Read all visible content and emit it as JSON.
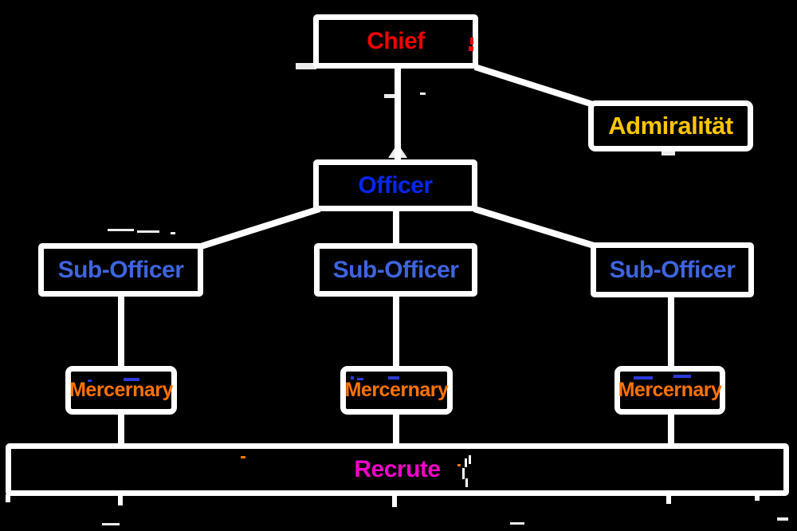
{
  "diagram": {
    "type": "org-chart",
    "background_color": "#000000",
    "line_color": "#ffffff",
    "box_fill_color": "#000000",
    "box_border_color": "#ffffff",
    "nodes": {
      "chief": {
        "label": "Chief",
        "color": "#f20202"
      },
      "admiralty": {
        "label": "Admiralität",
        "color": "#ffc602"
      },
      "officer": {
        "label": "Officer",
        "color": "#0526f0"
      },
      "sub_officer_left": {
        "label": "Sub-Officer",
        "color": "#3e64de"
      },
      "sub_officer_middle": {
        "label": "Sub-Officer",
        "color": "#3e64de"
      },
      "sub_officer_right": {
        "label": "Sub-Officer",
        "color": "#3e64de"
      },
      "mercenary_left": {
        "label": "Mercernary",
        "color": "#ff7300"
      },
      "mercenary_middle": {
        "label": "Mercernary",
        "color": "#ff7300"
      },
      "mercenary_right": {
        "label": "Mercernary",
        "color": "#ff7300"
      },
      "recruit": {
        "label": "Recrute",
        "color": "#f203c9"
      }
    },
    "edges": [
      {
        "from": "Chief",
        "to": "Officer"
      },
      {
        "from": "Chief",
        "to": "Admiralität"
      },
      {
        "from": "Officer",
        "to": "Sub-Officer (left)"
      },
      {
        "from": "Officer",
        "to": "Sub-Officer (middle)"
      },
      {
        "from": "Officer",
        "to": "Sub-Officer (right)"
      },
      {
        "from": "Sub-Officer (left)",
        "to": "Mercernary (left)"
      },
      {
        "from": "Sub-Officer (middle)",
        "to": "Mercernary (middle)"
      },
      {
        "from": "Sub-Officer (right)",
        "to": "Mercernary (right)"
      },
      {
        "from": "Mercernary (left)",
        "to": "Recrute"
      },
      {
        "from": "Mercernary (middle)",
        "to": "Recrute"
      },
      {
        "from": "Mercernary (right)",
        "to": "Recrute"
      }
    ]
  }
}
